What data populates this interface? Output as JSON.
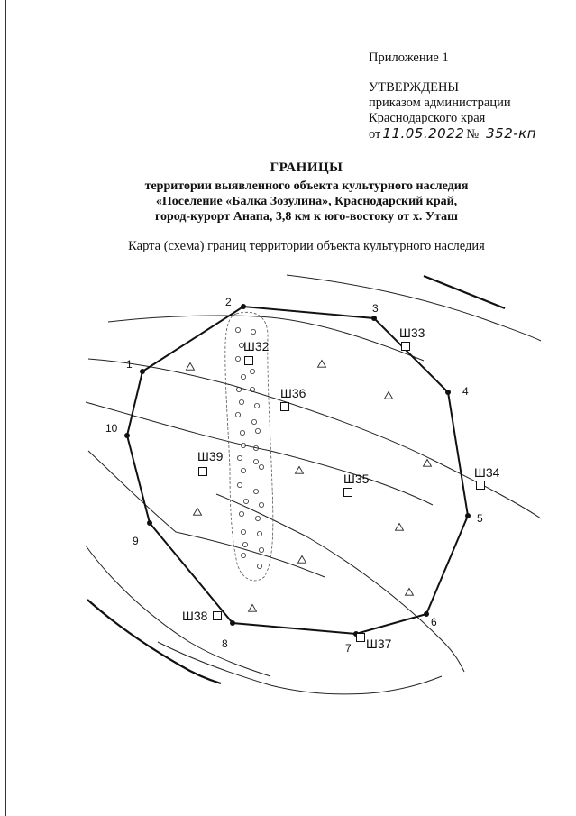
{
  "header": {
    "appendix": "Приложение 1",
    "approved": "УТВЕРЖДЕНЫ",
    "order_line": "приказом администрации",
    "region_line": "Краснодарского края",
    "date_prefix": "от",
    "date_value": "11.05.2022",
    "number_prefix": "№",
    "number_value": "352-кп"
  },
  "title": {
    "heading": "ГРАНИЦЫ",
    "line1": "территории выявленного объекта культурного наследия",
    "line2": "«Поселение «Балка Зозулина», Краснодарский край,",
    "line3": "город-курорт Анапа, 3,8 км к юго-востоку от х. Уташ"
  },
  "map": {
    "caption": "Карта (схема) границ территории объекта культурного наследия",
    "boundary_points": [
      {
        "label": "1"
      },
      {
        "label": "2"
      },
      {
        "label": "3"
      },
      {
        "label": "4"
      },
      {
        "label": "5"
      },
      {
        "label": "6"
      },
      {
        "label": "7"
      },
      {
        "label": "8"
      },
      {
        "label": "9"
      },
      {
        "label": "10"
      }
    ],
    "pits": [
      {
        "label": "Ш32"
      },
      {
        "label": "Ш33"
      },
      {
        "label": "Ш34"
      },
      {
        "label": "Ш35"
      },
      {
        "label": "Ш36"
      },
      {
        "label": "Ш37"
      },
      {
        "label": "Ш38"
      },
      {
        "label": "Ш39"
      }
    ]
  }
}
